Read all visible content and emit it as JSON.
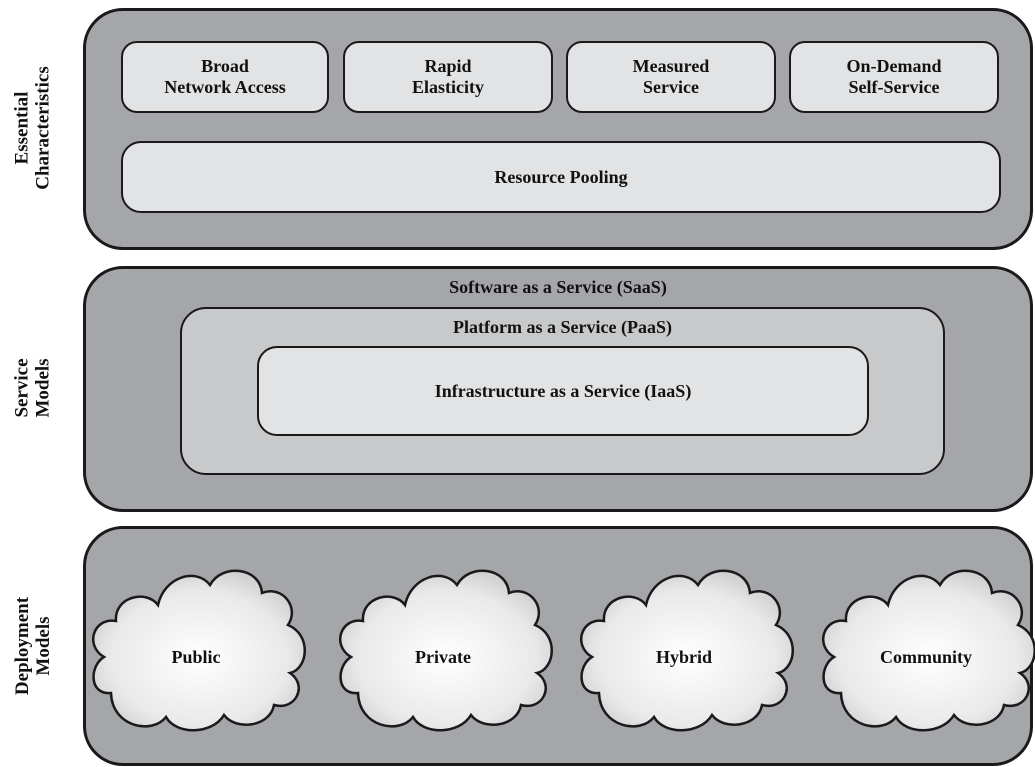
{
  "sections": {
    "essential": {
      "label_lines": [
        "Essential",
        "Characteristics"
      ]
    },
    "service": {
      "label_lines": [
        "Service",
        "Models"
      ]
    },
    "deployment": {
      "label_lines": [
        "Deployment",
        "Models"
      ]
    }
  },
  "essential_characteristics": {
    "items": [
      {
        "lines": [
          "Broad",
          "Network Access"
        ]
      },
      {
        "lines": [
          "Rapid",
          "Elasticity"
        ]
      },
      {
        "lines": [
          "Measured",
          "Service"
        ]
      },
      {
        "lines": [
          "On-Demand",
          "Self-Service"
        ]
      }
    ],
    "pooling": "Resource Pooling"
  },
  "service_models": {
    "saas": "Software as a Service (SaaS)",
    "paas": "Platform as a Service (PaaS)",
    "iaas": "Infrastructure as a Service (IaaS)"
  },
  "deployment_models": {
    "items": [
      "Public",
      "Private",
      "Hybrid",
      "Community"
    ]
  },
  "colors": {
    "panel_fill": "#a5a6a9",
    "box_fill": "#e2e3e5",
    "paas_fill": "#c8c9cb",
    "outline": "#1a1a1a",
    "cloud_fill": "#f2f2f2"
  }
}
